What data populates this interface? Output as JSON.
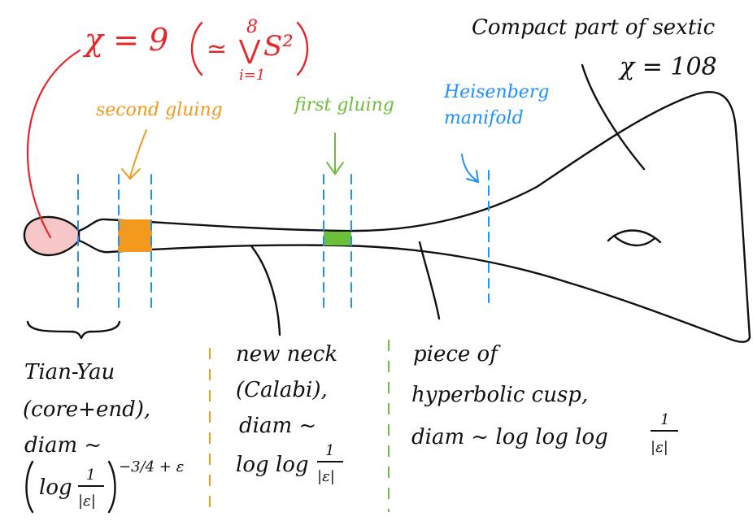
{
  "colors": {
    "ink": "#111111",
    "red": "#e8262a",
    "orange": "#f39a1e",
    "green": "#6cbf3a",
    "blue": "#1e90ff",
    "core_fill": "#f7c6c6"
  },
  "labels": {
    "chi9_lhs": "χ = 9",
    "chi9_wedge_top": "8",
    "chi9_wedge_bottom": "i=1",
    "chi9_wedge": "⋁",
    "chi9_s2": "S²",
    "chi9_simeq": "≃",
    "compact_line1": "Compact part of sextic",
    "compact_line2": "χ = 108",
    "second_gluing": "second gluing",
    "first_gluing": "first gluing",
    "heisenberg_line1": "Heisenberg",
    "heisenberg_line2": "manifold",
    "tian_line1": "Tian-Yau",
    "tian_line2": "(core+end),",
    "tian_line3": "diam ~",
    "tian_formula_log": "log",
    "tian_formula_num": "1",
    "tian_formula_den": "|ε|",
    "tian_formula_exp": "−3/4 + ε",
    "neck_line1": "new neck",
    "neck_line2": "(Calabi),",
    "neck_line3": "diam ~",
    "neck_formula_log": "log log",
    "neck_formula_num": "1",
    "neck_formula_den": "|ε|",
    "cusp_line1": "piece of",
    "cusp_line2": "hyperbolic cusp,",
    "cusp_line3": "diam ~ log log log",
    "cusp_formula_num": "1",
    "cusp_formula_den": "|ε|"
  }
}
